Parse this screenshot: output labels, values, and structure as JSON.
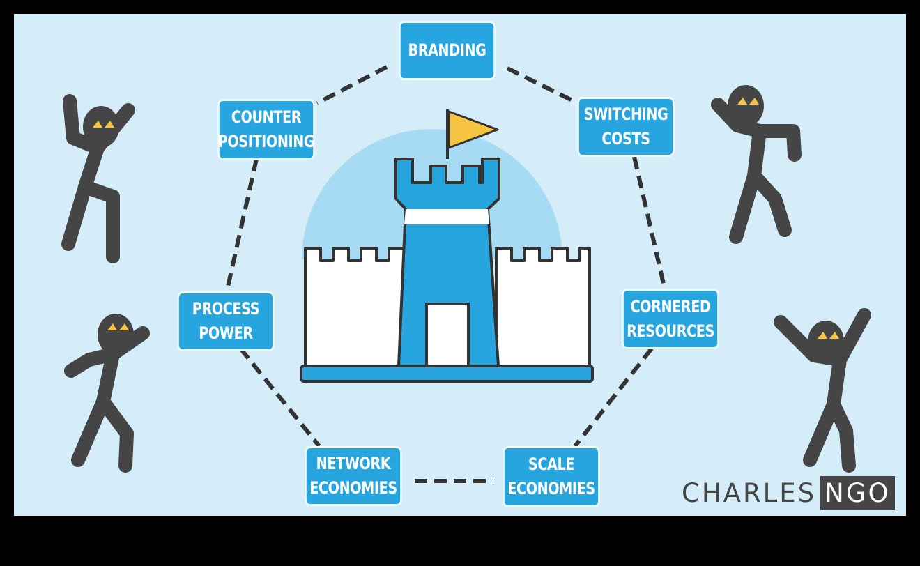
{
  "diagram": {
    "center": {
      "name": "castle",
      "flag_color": "#f7c441"
    },
    "nodes": [
      {
        "id": "branding",
        "label": "BRANDING"
      },
      {
        "id": "switching-costs",
        "label": "SWITCHING\nCOSTS"
      },
      {
        "id": "cornered-resources",
        "label": "CORNERED\nRESOURCES"
      },
      {
        "id": "scale-economies",
        "label": "SCALE\nECONOMIES"
      },
      {
        "id": "network-economies",
        "label": "NETWORK\nECONOMIES"
      },
      {
        "id": "process-power",
        "label": "PROCESS\nPOWER"
      },
      {
        "id": "counter-positioning",
        "label": "COUNTER\nPOSITIONING"
      }
    ],
    "attackers": 4
  },
  "brand": {
    "part1": "CHARLES",
    "part2": "NGO"
  },
  "colors": {
    "background": "#d4edf9",
    "node": "#27a5df",
    "figure": "#454545",
    "eyes": "#f7c441",
    "frame": "#000000"
  }
}
